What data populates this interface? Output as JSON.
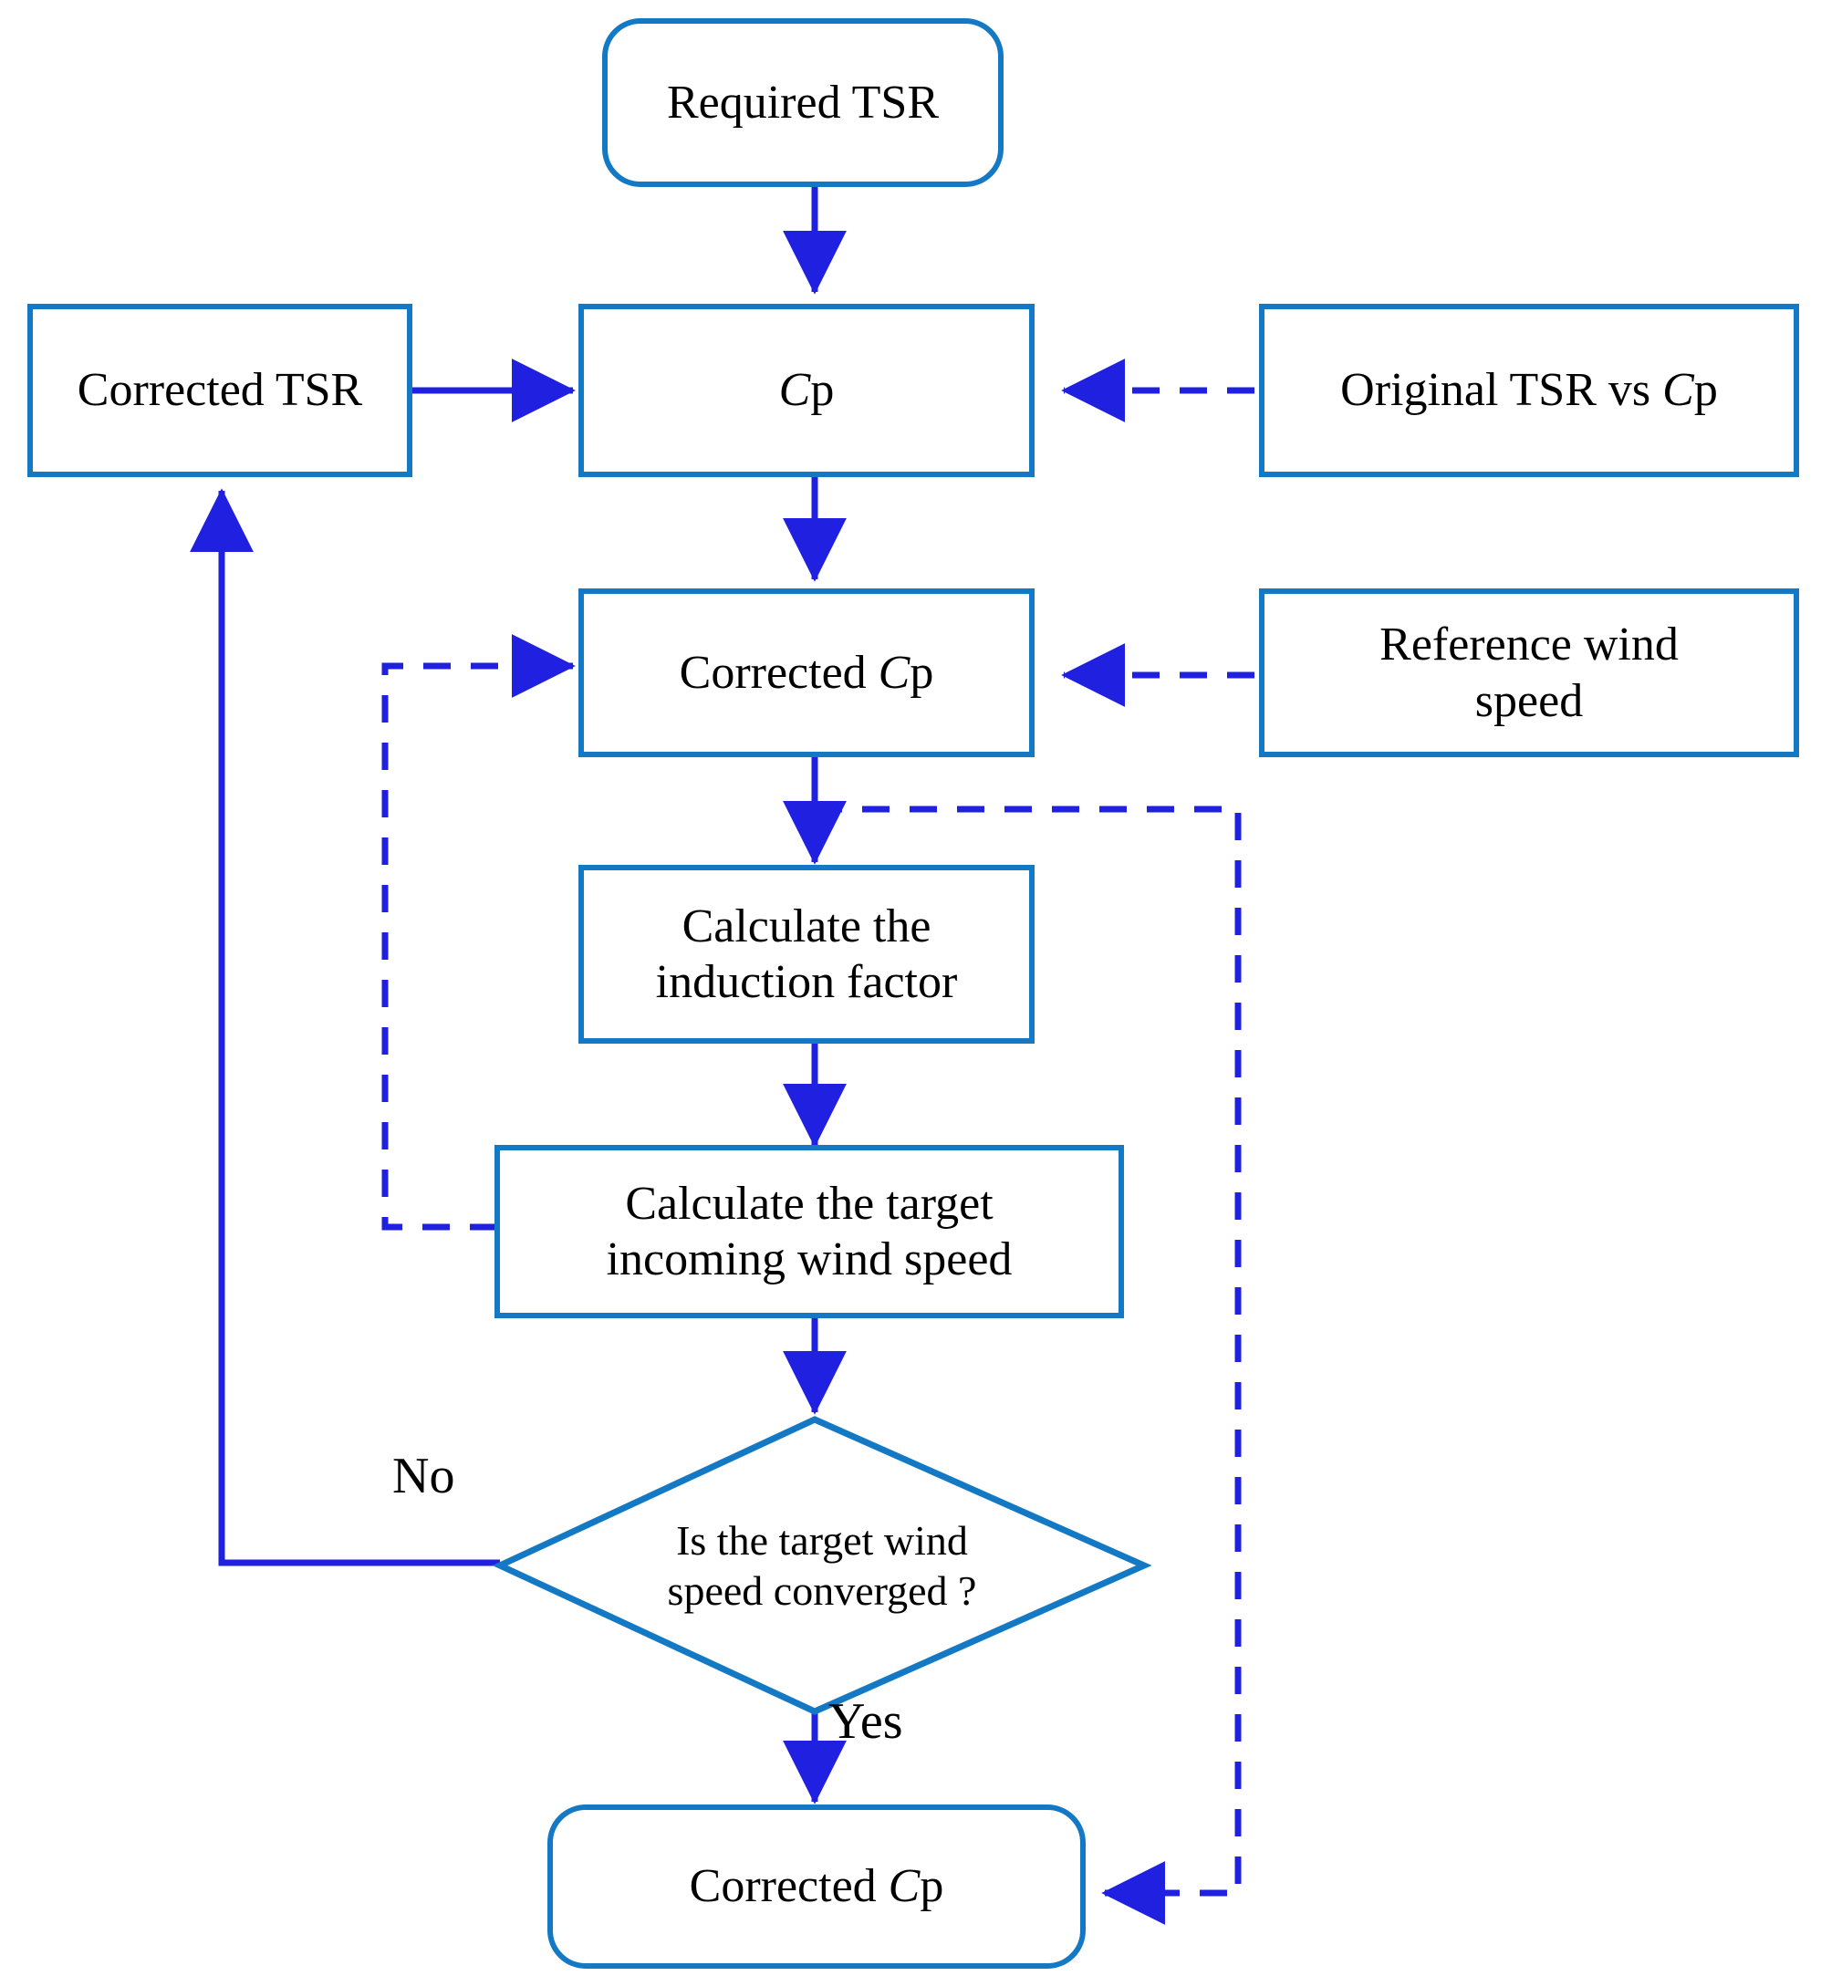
{
  "diagram": {
    "type": "flowchart",
    "title": "Corrected Cp iteration flowchart",
    "colors": {
      "node_border": "#1479C4",
      "solid_arrow": "#2020E0",
      "dashed_arrow": "#2020E0",
      "node_fill": "#FFFFFF",
      "text": "#000000",
      "background": "#FFFFFF"
    },
    "nodes": [
      {
        "id": "required_tsr",
        "shape": "rounded-rect",
        "text": "Required TSR"
      },
      {
        "id": "corrected_tsr",
        "shape": "rect",
        "text": "Corrected TSR"
      },
      {
        "id": "cp",
        "shape": "rect",
        "text_pre": "",
        "text_italic": "C",
        "text_post": "p"
      },
      {
        "id": "original_tsr_cp",
        "shape": "rect",
        "text_pre": "Original  TSR vs ",
        "text_italic": "C",
        "text_post": "p"
      },
      {
        "id": "corrected_cp_1",
        "shape": "rect",
        "text_pre": "Corrected ",
        "text_italic": "C",
        "text_post": "p"
      },
      {
        "id": "ref_wind_speed",
        "shape": "rect",
        "line1": "Reference wind",
        "line2": "speed"
      },
      {
        "id": "induction",
        "shape": "rect",
        "line1": "Calculate the",
        "line2": "induction factor"
      },
      {
        "id": "target_wind",
        "shape": "rect",
        "line1": "Calculate the target",
        "line2": "incoming wind speed"
      },
      {
        "id": "decision",
        "shape": "diamond",
        "line1": "Is the target wind",
        "line2": "speed converged ?"
      },
      {
        "id": "corrected_cp_2",
        "shape": "rounded-rect",
        "text_pre": "Corrected ",
        "text_italic": "C",
        "text_post": "p"
      }
    ],
    "edge_labels": {
      "no": "No",
      "yes": "Yes"
    },
    "edges": [
      {
        "from": "required_tsr",
        "to": "cp",
        "style": "solid",
        "label": ""
      },
      {
        "from": "corrected_tsr",
        "to": "cp",
        "style": "solid",
        "label": ""
      },
      {
        "from": "original_tsr_cp",
        "to": "cp",
        "style": "dashed",
        "label": ""
      },
      {
        "from": "cp",
        "to": "corrected_cp_1",
        "style": "solid",
        "label": ""
      },
      {
        "from": "ref_wind_speed",
        "to": "corrected_cp_1",
        "style": "dashed",
        "label": ""
      },
      {
        "from": "target_wind",
        "to": "corrected_cp_1",
        "style": "dashed",
        "label": ""
      },
      {
        "from": "corrected_cp_1",
        "to": "induction",
        "style": "solid",
        "label": ""
      },
      {
        "from": "induction",
        "to": "target_wind",
        "style": "solid",
        "label": ""
      },
      {
        "from": "target_wind",
        "to": "decision",
        "style": "solid",
        "label": ""
      },
      {
        "from": "decision",
        "to": "corrected_tsr",
        "style": "solid",
        "label": "No"
      },
      {
        "from": "decision",
        "to": "corrected_cp_2",
        "style": "solid",
        "label": "Yes"
      },
      {
        "from": "corrected_cp_1",
        "to": "corrected_cp_2",
        "style": "dashed",
        "label": ""
      }
    ]
  }
}
